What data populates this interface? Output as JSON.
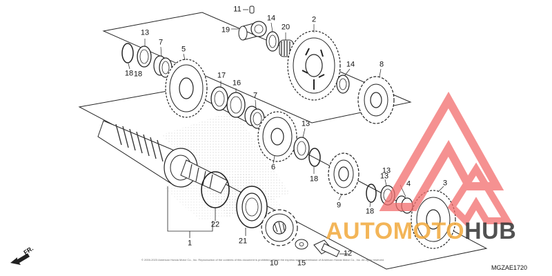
{
  "diagram": {
    "code": "MGZAE1720",
    "direction_label": "FR.",
    "copyright": "© 2000-2023 American Honda Motor Co., Inc. Reproduction of the contents of this document is prohibited without the express written permission of American Honda Motor Co., Inc. All rights reserved.",
    "part_numbers": [
      "1",
      "2",
      "3",
      "4",
      "5",
      "6",
      "7",
      "7",
      "8",
      "9",
      "10",
      "11",
      "12",
      "13",
      "13",
      "13",
      "13",
      "14",
      "14",
      "15",
      "16",
      "17",
      "18",
      "18",
      "18",
      "18",
      "19",
      "20",
      "21",
      "22"
    ]
  },
  "watermark": {
    "text_left": "AUTO",
    "text_mid": "MOTO",
    "text_right": "HUB",
    "color_primary": "#f2a93b",
    "color_dark": "#333333",
    "color_logo": "#f26d6d"
  }
}
